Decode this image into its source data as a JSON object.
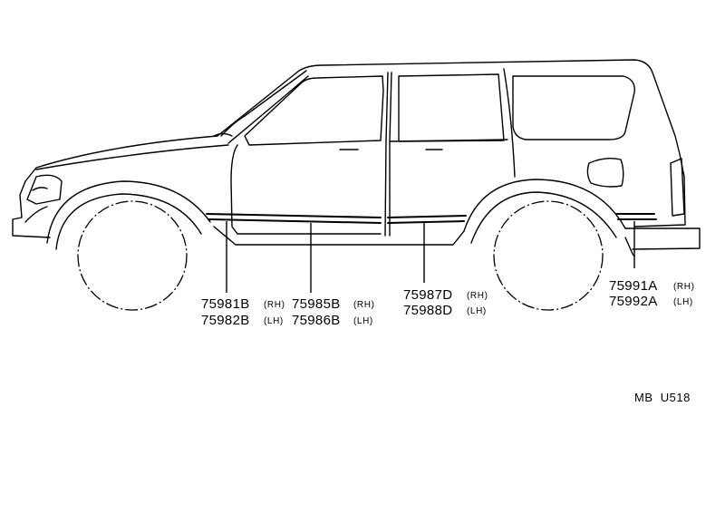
{
  "callouts": [
    {
      "rh": {
        "num": "75981B",
        "side": "(RH)"
      },
      "lh": {
        "num": "75982B",
        "side": "(LH)"
      }
    },
    {
      "rh": {
        "num": "75985B",
        "side": "(RH)"
      },
      "lh": {
        "num": "75986B",
        "side": "(LH)"
      }
    },
    {
      "rh": {
        "num": "75987D",
        "side": "(RH)"
      },
      "lh": {
        "num": "75988D",
        "side": "(LH)"
      }
    },
    {
      "rh": {
        "num": "75991A",
        "side": "(RH)"
      },
      "lh": {
        "num": "75992A",
        "side": "(LH)"
      }
    }
  ],
  "diagram_code": "MB  U518"
}
